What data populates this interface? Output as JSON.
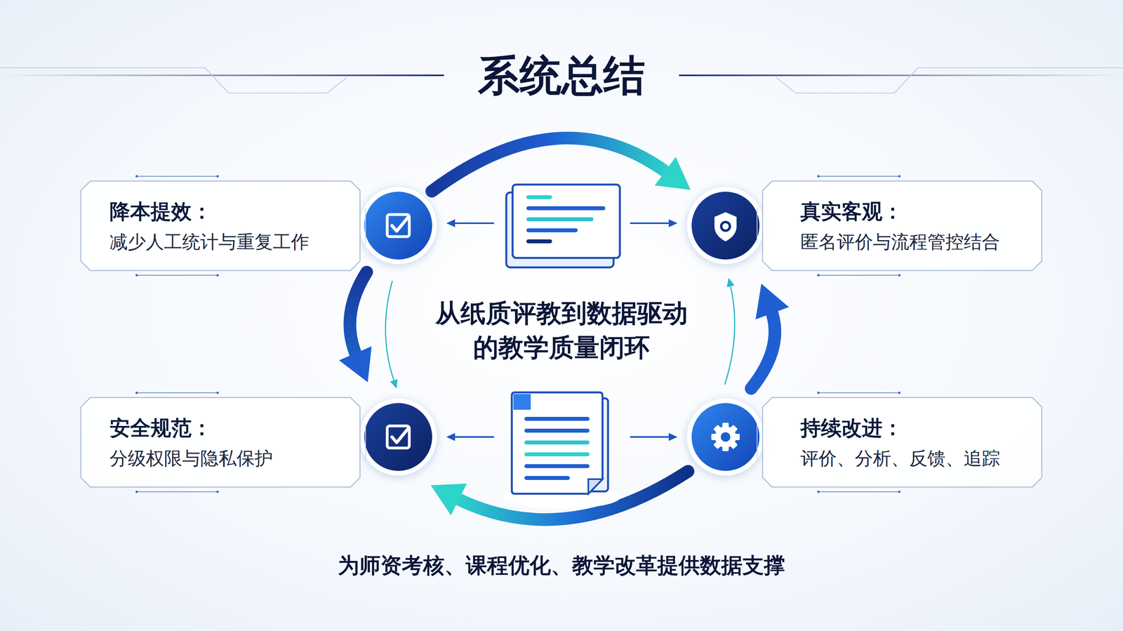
{
  "diagram": {
    "title": "系统总结",
    "caption": "为师资考核、课程优化、教学改革提供数据支撑",
    "nodes": [
      {
        "text": [
          "降本提效：",
          "减少人工统计与重复工作"
        ]
      },
      {
        "text": [
          "真实客观：",
          "匿名评价与流程管控结合"
        ]
      },
      {
        "text": [
          "安全规范：",
          "分级权限与隐私保护"
        ]
      },
      {
        "text": [
          "持续改进：",
          "评价、分析、反馈、追踪"
        ]
      }
    ],
    "labels": [
      "从纸质评教到数据驱动 的教学质量闭环"
    ]
  }
}
